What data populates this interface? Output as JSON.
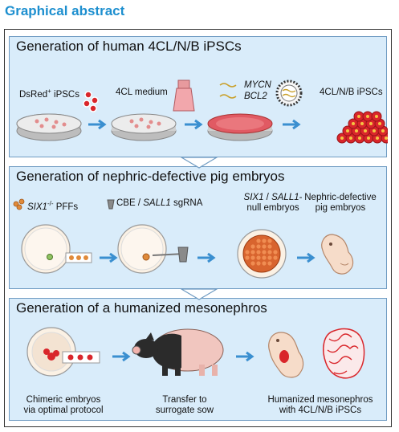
{
  "header": {
    "title": "Graphical abstract"
  },
  "panels": [
    {
      "title": "Generation of human 4CL/N/B iPSCs",
      "labels": {
        "dsred_prefix": "DsRed",
        "dsred_sup": "+",
        "dsred_suffix": " iPSCs",
        "medium": "4CL medium",
        "mycn": "MYCN",
        "bcl2": "BCL2",
        "result": "4CL/N/B iPSCs"
      }
    },
    {
      "title": "Generation of nephric-defective pig embryos",
      "labels": {
        "six1_prefix": "SIX1",
        "six1_sup": "-/-",
        "six1_suffix": " PFFs",
        "cbe_prefix": "CBE / ",
        "cbe_gene": "SALL1",
        "cbe_suffix": " sgRNA",
        "null_gene1": "SIX1",
        "null_sep": " / ",
        "null_gene2": "SALL1",
        "null_dash": "-",
        "null_line2": "null embryos",
        "defective_line1": "Nephric-defective",
        "defective_line2": "pig embryos"
      }
    },
    {
      "title": "Generation of a humanized mesonephros",
      "labels": {
        "chimeric_line1": "Chimeric embryos",
        "chimeric_line2": "via optimal protocol",
        "transfer_line1": "Transfer to",
        "transfer_line2": "surrogate sow",
        "humanized_line1": "Humanized mesonephros",
        "humanized_line2": "with 4CL/N/B iPSCs"
      }
    }
  ],
  "colors": {
    "accent": "#1d8fcf",
    "panel_bg": "#d9ecfa",
    "panel_border": "#6f9bc2",
    "arrow": "#3a8fd0",
    "cell_red": "#d9262b"
  }
}
